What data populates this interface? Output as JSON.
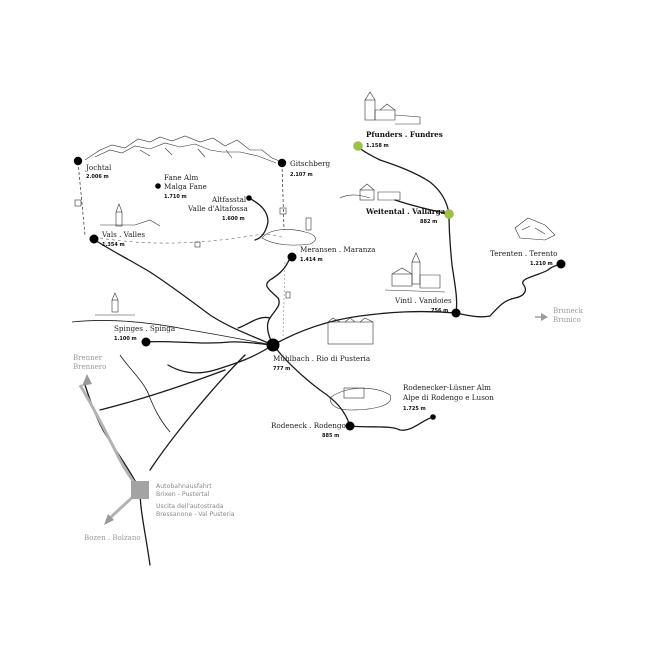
{
  "places": {
    "jochtal": {
      "name": "Jochtal",
      "elev": "2.006 m"
    },
    "gitschberg": {
      "name": "Gitschberg",
      "elev": "2.107 m"
    },
    "fane": {
      "name1": "Fane Alm",
      "name2": "Malga Fane",
      "elev": "1.710 m"
    },
    "altfass": {
      "name1": "Altfasstal",
      "name2": "Valle d'Altafossa",
      "elev": "1.600 m"
    },
    "vals": {
      "name": "Vals . Valles",
      "elev": "1.354 m"
    },
    "meransen": {
      "name": "Meransen . Maranza",
      "elev": "1.414 m"
    },
    "pfunders": {
      "name": "Pfunders . Fundres",
      "elev": "1.158 m"
    },
    "weitental": {
      "name": "Weitental . Vallarga",
      "elev": "882 m"
    },
    "terenten": {
      "name": "Terenten . Terento",
      "elev": "1.210 m"
    },
    "vintl": {
      "name": "Vintl . Vandoies",
      "elev": "756 m"
    },
    "spinges": {
      "name": "Spinges . Spinga",
      "elev": "1.100 m"
    },
    "muehlbach": {
      "name": "Mühlbach . Rio di Pusteria",
      "elev": "777 m"
    },
    "rodeneckeralm": {
      "name1": "Rodenecker-Lüsner Alm",
      "name2": "Alpe di Rodengo e Luson",
      "elev": "1.725 m"
    },
    "rodeneck": {
      "name": "Rodeneck . Rodengo",
      "elev": "885 m"
    }
  },
  "directions": {
    "brenner": {
      "l1": "Brenner",
      "l2": "Brennero"
    },
    "bruneck": {
      "l1": "Bruneck",
      "l2": "Brunico"
    },
    "bozen": "Bozen . Bolzano"
  },
  "exit": {
    "l1": "Autobahnausfahrt",
    "l2": "Brixen - Pustertal",
    "l3": "Uscita dell'autostrada",
    "l4": "Bressanone - Val Pusteria"
  },
  "colors": {
    "road": "#1a1a1a",
    "highlight": "#9cc04a",
    "exit": "#a3a3a3",
    "muted": "#9a9a9a"
  }
}
